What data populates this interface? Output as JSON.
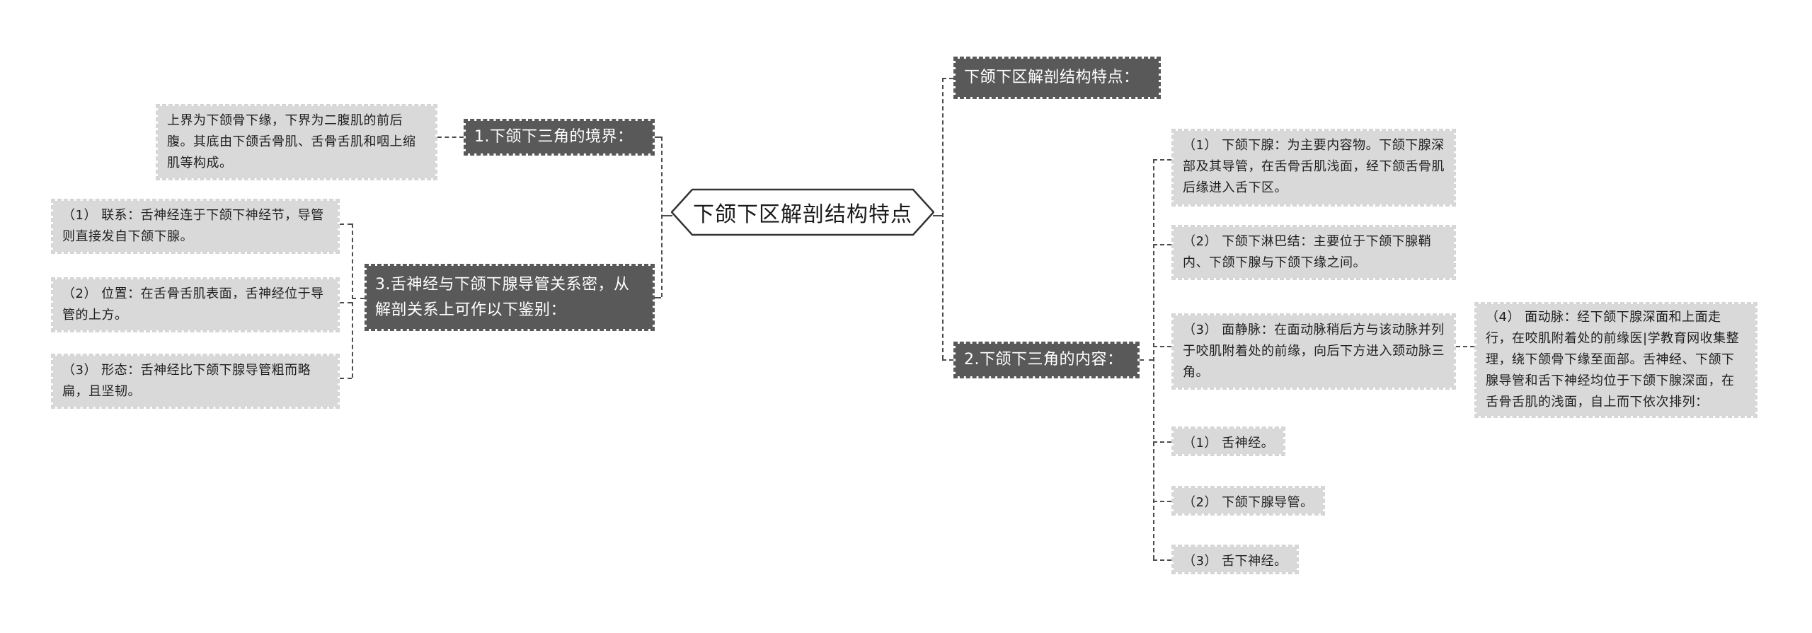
{
  "center": {
    "label": "下颌下区解剖结构特点"
  },
  "left": {
    "boundary": {
      "topic": "1.下颌下三角的境界：",
      "detail": "上界为下颌骨下缘，下界为二腹肌的前后腹。其底由下颌舌骨肌、舌骨舌肌和咽上缩肌等构成。"
    },
    "lingual": {
      "topic": "3.舌神经与下颌下腺导管关系密，从解剖关系上可作以下鉴别：",
      "items": [
        "（1） 联系：舌神经连于下颌下神经节，导管则直接发自下颌下腺。",
        "（2） 位置：在舌骨舌肌表面，舌神经位于导管的上方。",
        "（3） 形态：舌神经比下颌下腺导管粗而略扁，且坚韧。"
      ]
    }
  },
  "right": {
    "heading": "下颌下区解剖结构特点：",
    "content": {
      "topic": "2.下颌下三角的内容：",
      "items": [
        "（1） 下颌下腺：为主要内容物。下颌下腺深部及其导管，在舌骨舌肌浅面，经下颌舌骨肌后缘进入舌下区。",
        "（2） 下颌下淋巴结：主要位于下颌下腺鞘内、下颌下腺与下颌下缘之间。",
        "（3） 面静脉：在面动脉稍后方与该动脉并列于咬肌附着处的前缘，向后下方进入颈动脉三角。"
      ],
      "facial_artery": "（4） 面动脉：经下颌下腺深面和上面走行，在咬肌附着处的前缘医|学教育网收集整理，绕下颌骨下缘至面部。舌神经、下颌下腺导管和舌下神经均位于下颌下腺深面，在舌骨舌肌的浅面，自上而下依次排列：",
      "sequence": [
        "（1） 舌神经。",
        "（2） 下颌下腺导管。",
        "（3） 舌下神经。"
      ]
    }
  },
  "colors": {
    "node_dark": "#595959",
    "node_light": "#d9d9d9",
    "connector": "#4d4d4d",
    "text_on_dark": "#ffffff",
    "text_on_light": "#1f1f1f"
  }
}
